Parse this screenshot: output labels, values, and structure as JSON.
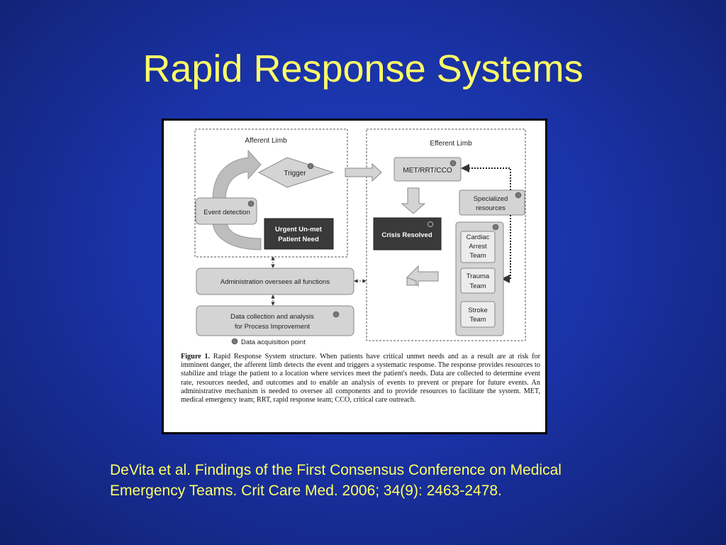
{
  "slide": {
    "title": "Rapid Response Systems",
    "citation_line1": "DeVita et al. Findings of the First Consensus Conference on Medical",
    "citation_line2": "Emergency Teams. Crit Care Med. 2006; 34(9): 2463-2478."
  },
  "diagram": {
    "afferent_limb": "Afferent Limb",
    "efferent_limb": "Efferent Limb",
    "trigger": "Trigger",
    "event_detection": "Event detection",
    "urgent_line1": "Urgent Un-met",
    "urgent_line2": "Patient Need",
    "met": "MET/RRT/CCO",
    "specialized_line1": "Specialized",
    "specialized_line2": "resources",
    "crisis_resolved": "Crisis Resolved",
    "cardiac_line1": "Cardiac",
    "cardiac_line2": "Arrest",
    "cardiac_line3": "Team",
    "trauma_line1": "Trauma",
    "trauma_line2": "Team",
    "stroke_line1": "Stroke",
    "stroke_line2": "Team",
    "administration": "Administration oversees all functions",
    "data_line1": "Data collection and analysis",
    "data_line2": "for Process Improvement",
    "data_point": "Data acquisition point"
  },
  "caption": {
    "label": "Figure 1.",
    "text": " Rapid Response System structure. When patients have critical unmet needs and as a result are at risk for imminent danger, the afferent limb detects the event and triggers a systematic response. The response provides resources to stabilize and triage the patient to a location where services meet the patient's needs. Data are collected to determine event rate, resources needed, and outcomes and to enable an analysis of events to prevent or prepare for future events. An administrative mechanism is needed to oversee all components and to provide resources to facilitate the system. MET, medical emergency team; RRT, rapid response team; CCO, critical care outreach."
  },
  "colors": {
    "title": "#ffff66",
    "background": "#1a33a8",
    "box_fill": "#d4d4d4",
    "dark_box": "#3a3a3a"
  }
}
